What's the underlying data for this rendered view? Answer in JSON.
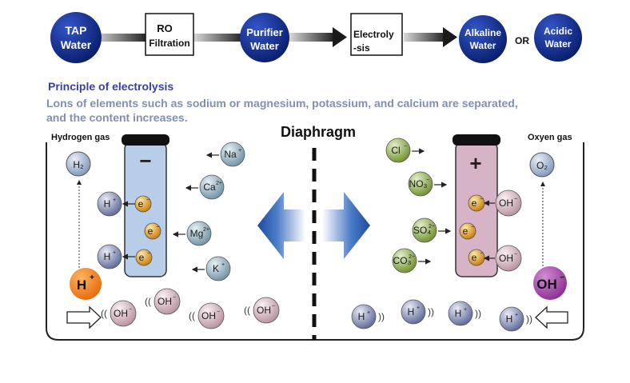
{
  "flow": {
    "tap_water": [
      "TAP",
      "Water"
    ],
    "ro_filtration": [
      "RO",
      "Filtration"
    ],
    "purifier_water": [
      "Purifier",
      "Water"
    ],
    "electrolysis": [
      "Electroly",
      "-sis"
    ],
    "alkaline_water": [
      "Alkaline",
      "Water"
    ],
    "or_label": "OR",
    "acidic_water": [
      "Acidic",
      "Water"
    ]
  },
  "principle": {
    "title": "Principle of electrolysis",
    "body_line1": "Lons of elements such as sodium or magnesium, potassium, and calcium are separated,",
    "body_line2": "and the content increases."
  },
  "diagram": {
    "diaphragm_label": "Diaphragm",
    "hydrogen_gas_label": "Hydrogen gas",
    "oxygen_gas_label": "Oxyen gas",
    "minus_sign": "−",
    "plus_sign": "+",
    "h2": "H₂",
    "o2": "O₂",
    "big_h": "H",
    "big_h_sup": "+",
    "big_oh": "OH",
    "big_oh_sup": "−",
    "electron": "e",
    "electron_sup": "−",
    "left_ions": [
      {
        "base": "Na",
        "sup": "+"
      },
      {
        "base": "Ca",
        "sup": "2+"
      },
      {
        "base": "Mg",
        "sup": "2+"
      },
      {
        "base": "K",
        "sup": "+"
      }
    ],
    "right_ions": [
      {
        "base": "Cl",
        "sup": "−"
      },
      {
        "base": "NO₃",
        "sup": "−"
      },
      {
        "base": "SO₄",
        "sup": "2−"
      },
      {
        "base": "CO₃",
        "sup": "2−"
      }
    ],
    "h_plus": {
      "base": "H",
      "sup": "+"
    },
    "oh_minus": {
      "base": "OH",
      "sup": "−"
    }
  },
  "colors": {
    "flow_circle": "#0d2a8c",
    "principle_title": "#3b3f9e",
    "principle_body": "#7f8fb5",
    "cathode_fill": "#b8cde8",
    "anode_fill": "#d6b3c6",
    "h_big": "#f58a1f",
    "oh_big": "#a24aa8",
    "electron": "#e0a21c",
    "cation": "#9fb6c6",
    "anion": "#8fae4e",
    "h_ion": "#7e86b2",
    "oh_ion": "#cfb0ba",
    "diaphragm_arrow": "#2b5fb0"
  }
}
